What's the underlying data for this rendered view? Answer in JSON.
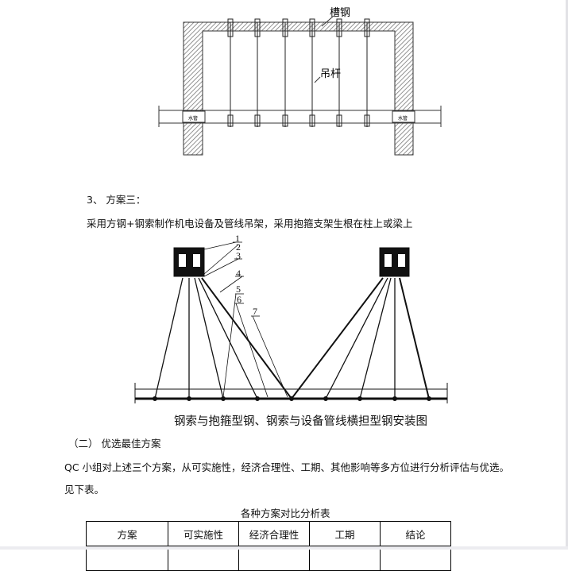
{
  "figure1": {
    "label_channel_steel": "槽钢",
    "label_hanger_rod": "吊杆",
    "label_pipe_left": "水管",
    "label_pipe_right": "水管"
  },
  "section3": {
    "heading": "3、 方案三：",
    "body": "采用方钢+钢索制作机电设备及管线吊架，采用抱箍支架生根在柱上或梁上"
  },
  "figure2": {
    "callouts": [
      "1",
      "2",
      "3",
      "4",
      "5",
      "6",
      "7"
    ],
    "caption": "钢索与抱箍型钢、钢索与设备管线横担型钢安装图"
  },
  "section_best": {
    "heading": "（二） 优选最佳方案",
    "body": "QC 小组对上述三个方案，从可实施性，经济合理性、工期、其他影响等多方位进行分析评估与优选。",
    "body2": "见下表。"
  },
  "table": {
    "title": "各种方案对比分析表",
    "headers": [
      "方案",
      "可实施性",
      "经济合理性",
      "工期",
      "结论"
    ]
  }
}
